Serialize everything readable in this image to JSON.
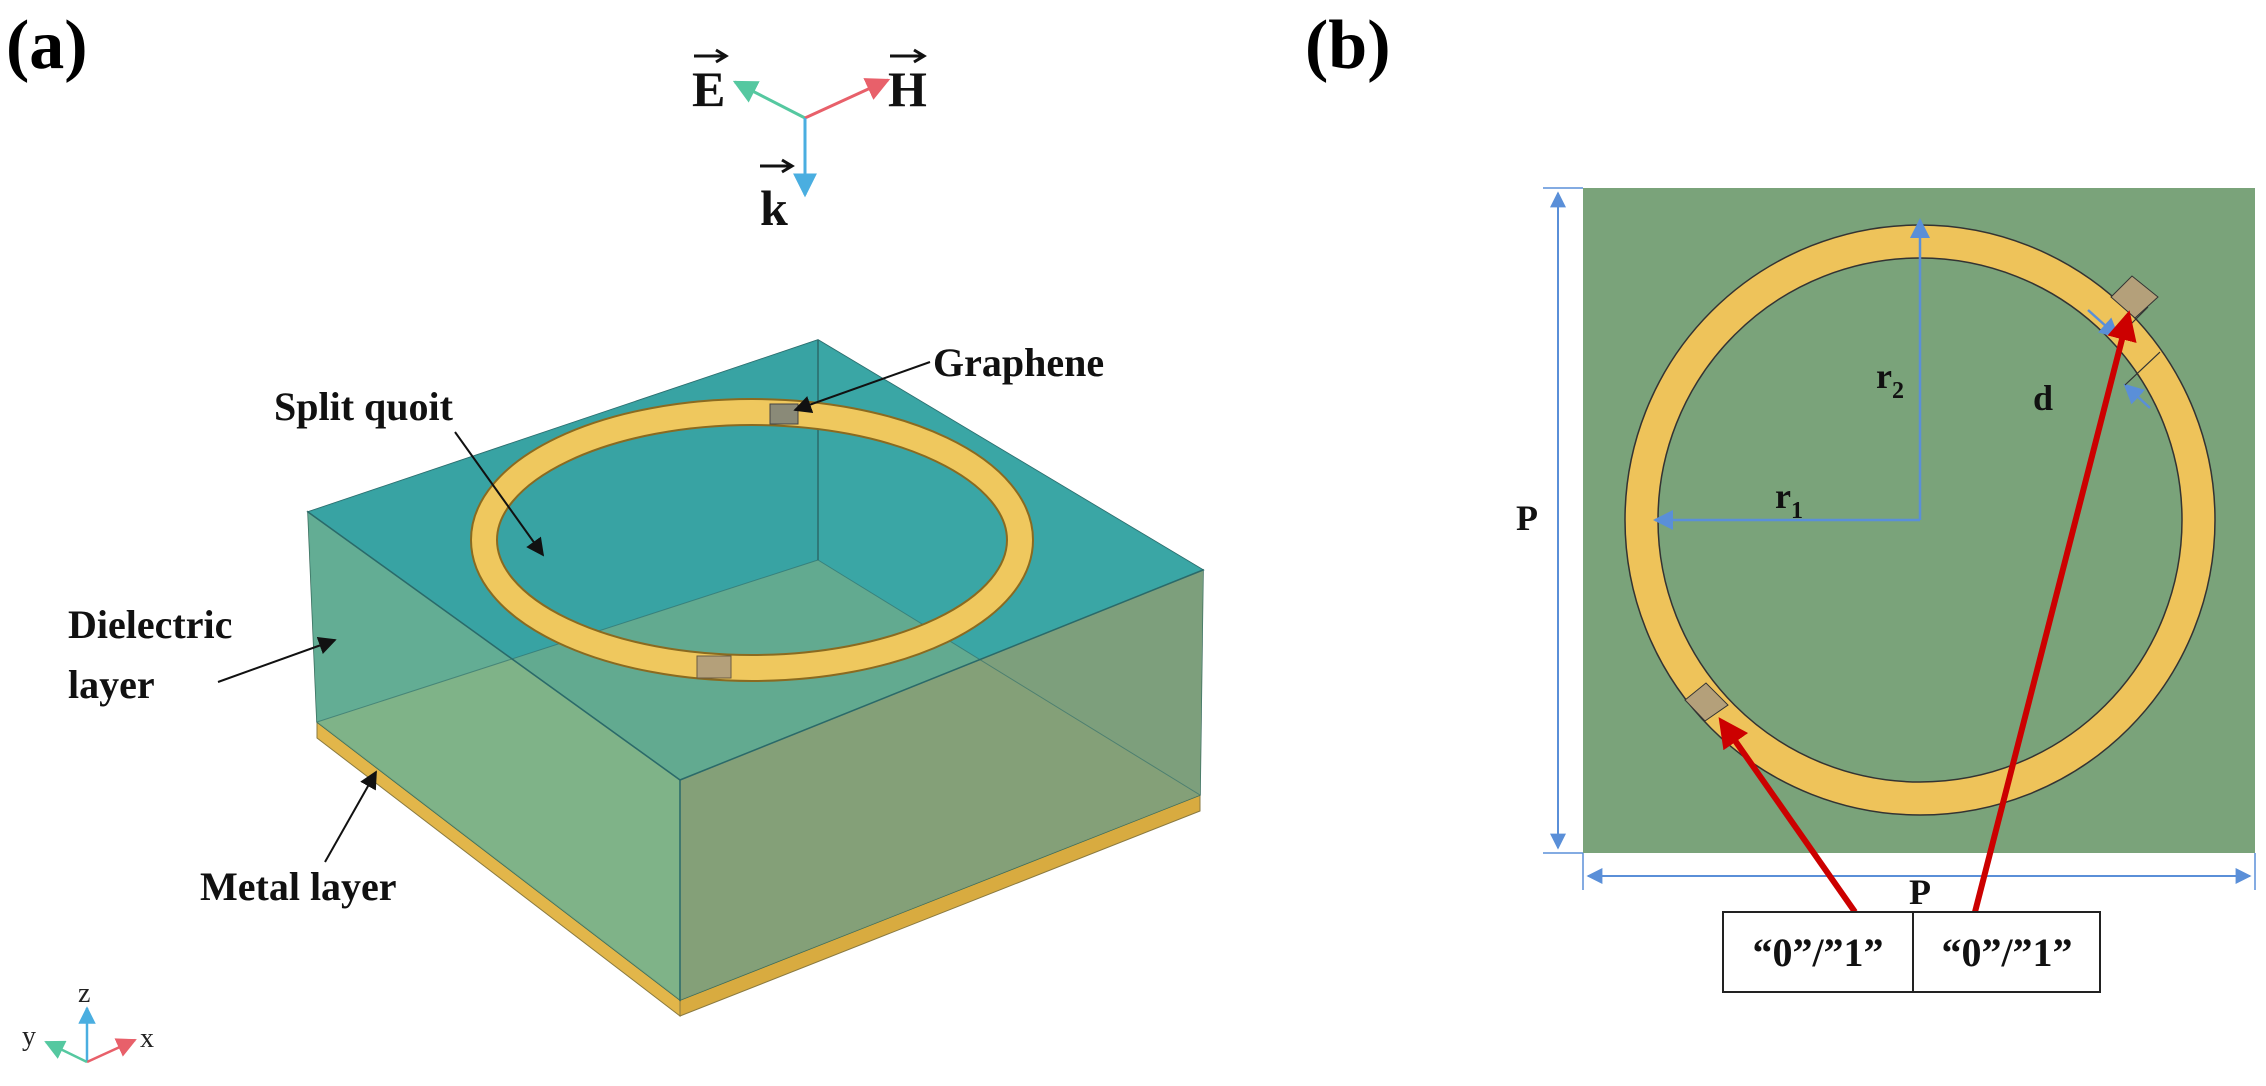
{
  "panels": {
    "a": {
      "label": "(a)"
    },
    "b": {
      "label": "(b)"
    }
  },
  "polarization": {
    "e": "E",
    "h": "H",
    "k": "k"
  },
  "axes": {
    "x": "x",
    "y": "y",
    "z": "z"
  },
  "callouts": {
    "graphene": "Graphene",
    "split_quoit": "Split quoit",
    "dielectric_1": "Dielectric",
    "dielectric_2": "layer",
    "metal": "Metal layer"
  },
  "dimensions": {
    "p_vertical": "P",
    "p_horizontal": "P",
    "r1": "r",
    "r1_sub": "1",
    "r2": "r",
    "r2_sub": "2",
    "d": "d"
  },
  "states": {
    "left": "“0”/”1”",
    "right": "“0”/”1”"
  },
  "colors": {
    "dielectric": "#3aa3a2",
    "substrate_top": "#7fb08a",
    "metal": "#f1c95c",
    "ring": "#eec35a",
    "graphene": "#b4a07a",
    "square_bg": "#7aa37a",
    "dim_arrow": "#5a8fd8",
    "red_arrow": "#cc0000",
    "e_vec": "#55c8a0",
    "h_vec": "#e8606a",
    "k_vec": "#4aaee0"
  }
}
